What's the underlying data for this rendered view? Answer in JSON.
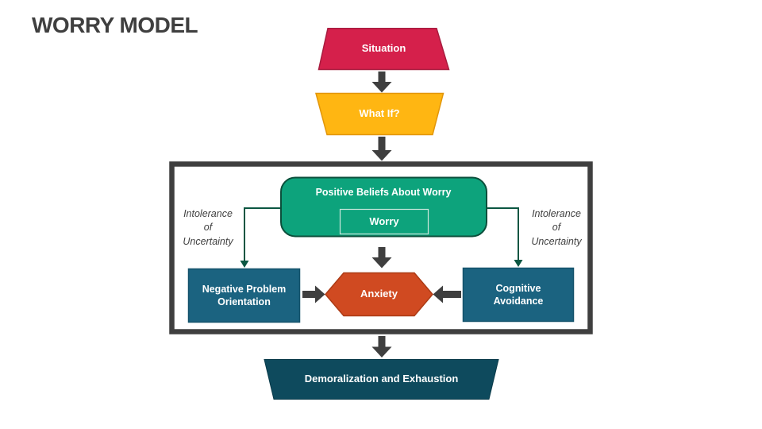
{
  "slide": {
    "title": "WORRY MODEL",
    "background": "#FFFFFF"
  },
  "colors": {
    "ink": "#3F3F3F",
    "crimson": "#D5204B",
    "crimson_border": "#A81C3F",
    "amber": "#FFB612",
    "amber_border": "#E2960A",
    "green": "#0DA37C",
    "green_border": "#0B4F3B",
    "green_connector": "#0B5642",
    "worry_box_border": "#CBE7DC",
    "teal": "#1B6380",
    "teal_border": "#14526B",
    "orange": "#D04A21",
    "orange_border": "#AC3B15",
    "dark_teal": "#0E4A5D",
    "dark_teal_border": "#0A3A49"
  },
  "nodes": {
    "situation": {
      "label": "Situation"
    },
    "what_if": {
      "label": "What If?"
    },
    "positive_beliefs": {
      "label": "Positive Beliefs About Worry"
    },
    "worry": {
      "label": "Worry"
    },
    "negative_problem_orientation": {
      "label": "Negative Problem Orientation"
    },
    "anxiety": {
      "label": "Anxiety"
    },
    "cognitive_avoidance": {
      "label": "Cognitive Avoidance"
    },
    "demoralization": {
      "label": "Demoralization and Exhaustion"
    }
  },
  "annotations": {
    "intolerance_left": "Intolerance of Uncertainty",
    "intolerance_right": "Intolerance of Uncertainty"
  }
}
